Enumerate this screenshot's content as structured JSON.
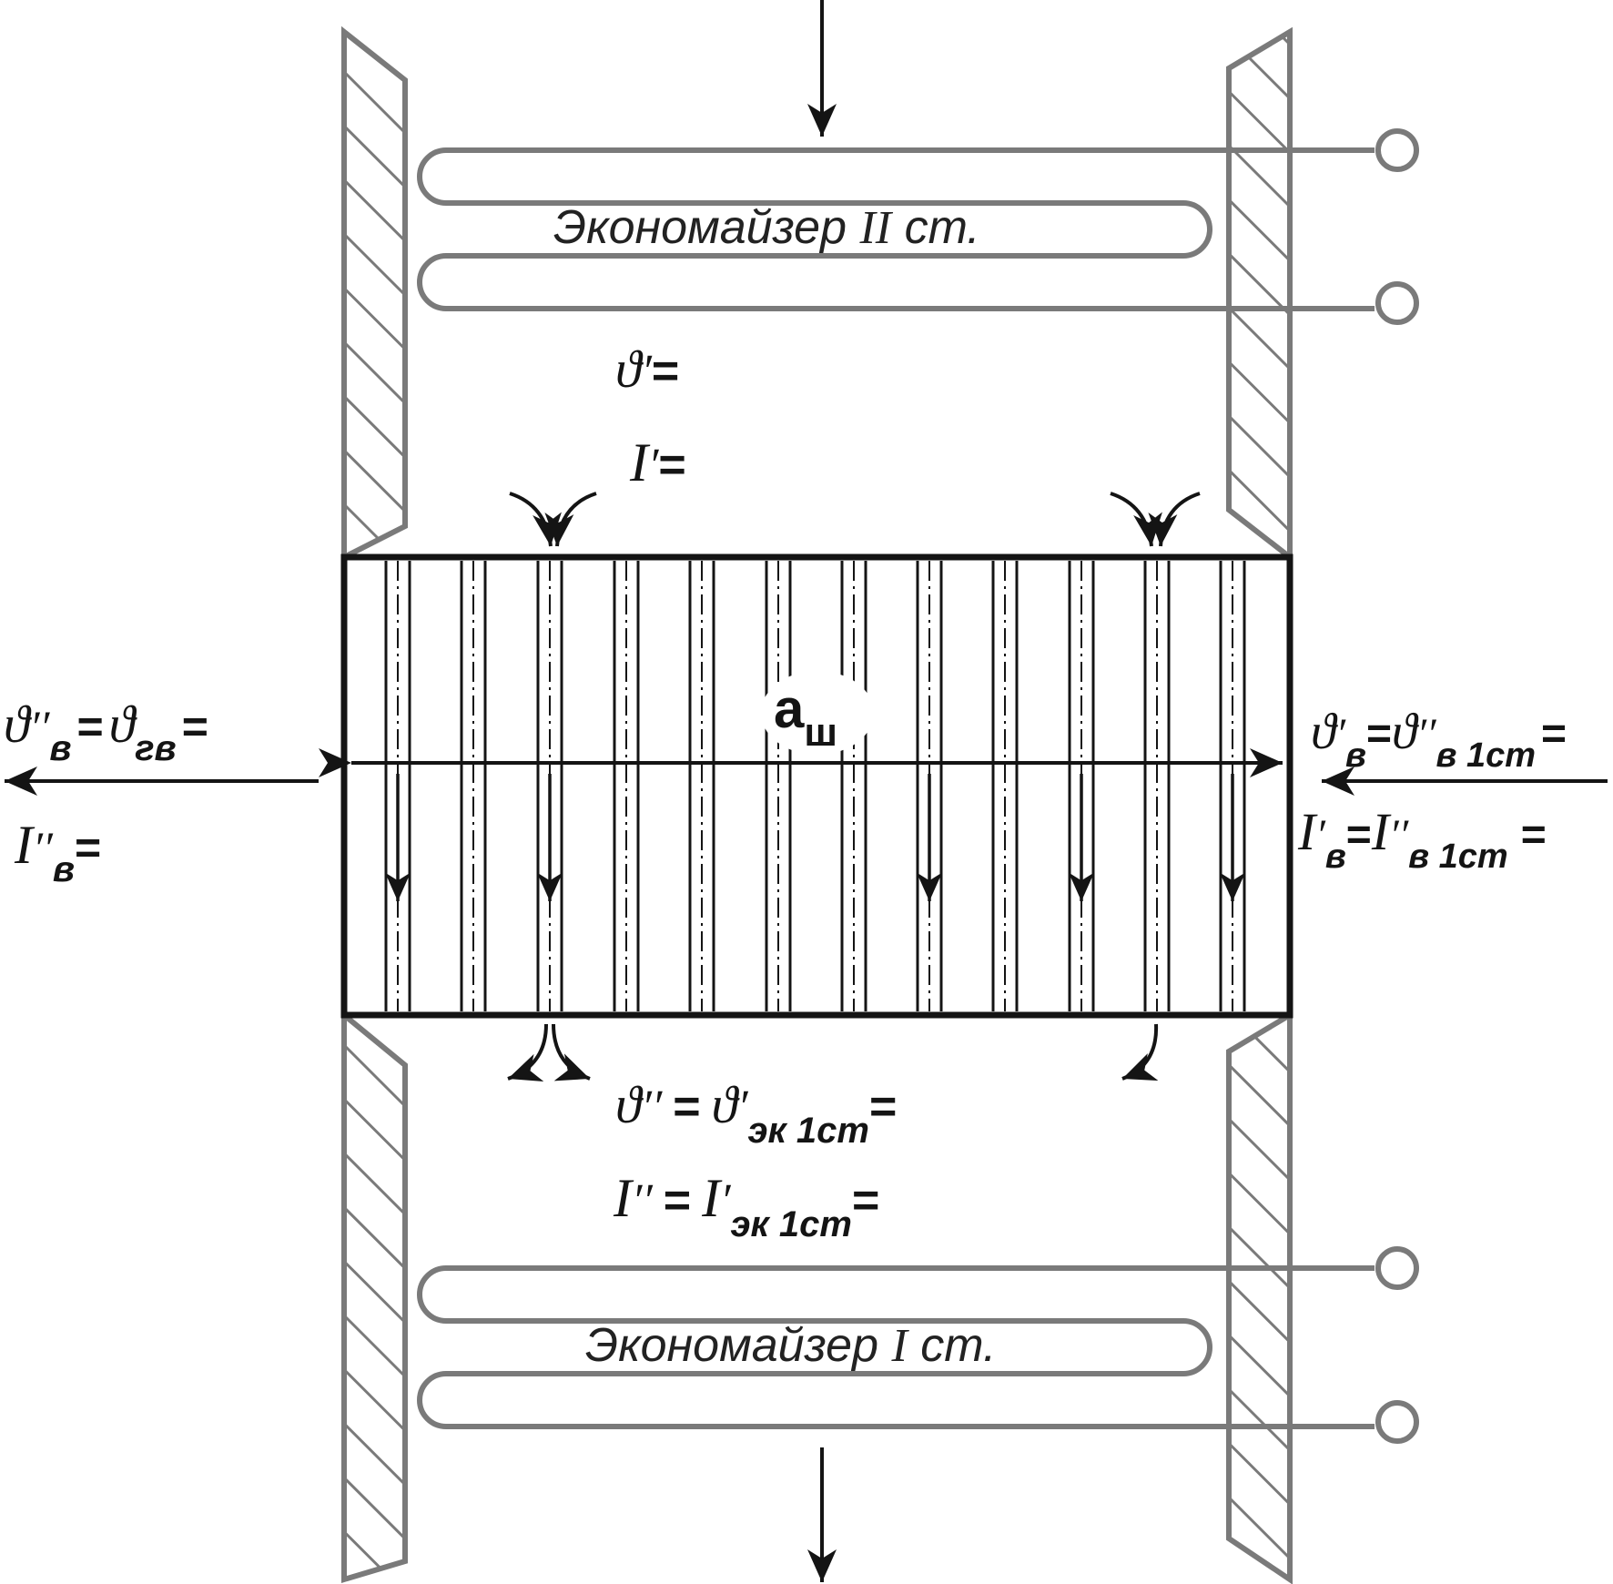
{
  "upper_economizer": {
    "label": "Экономайзер",
    "stage": "II",
    "suffix": "ст."
  },
  "lower_economizer": {
    "label": "Экономайзер",
    "stage": "I",
    "suffix": "ст."
  },
  "width_label": {
    "main": "а",
    "sub": "ш"
  },
  "gas_inlet": {
    "temp": {
      "sym": "ϑ",
      "prime": "′",
      "eq": "="
    },
    "enthalpy": {
      "sym": "I",
      "prime": "′",
      "eq": "="
    }
  },
  "gas_outlet": {
    "temp": {
      "sym": "ϑ",
      "prime": "′′",
      "eq1": "=",
      "sym2": "ϑ",
      "prime2": "′",
      "sub2": "эк 1ст",
      "eq2": "="
    },
    "enthalpy": {
      "sym": "I",
      "prime": "′′",
      "eq1": "=",
      "sym2": "I",
      "prime2": "′",
      "sub2": "эк 1ст",
      "eq2": "="
    }
  },
  "air_outlet": {
    "temp": {
      "sym": "ϑ",
      "prime": "′′",
      "sub": "в",
      "eq1": "=",
      "sym2": "ϑ",
      "sub2": "гв",
      "eq2": "="
    },
    "enthalpy": {
      "sym": "I",
      "prime": "′′",
      "sub": "в",
      "eq": "="
    }
  },
  "air_inlet": {
    "temp": {
      "sym": "ϑ",
      "prime": "′",
      "sub": "в",
      "eq1": "=",
      "sym2": "ϑ",
      "prime2": "′′",
      "sub2": "в 1ст",
      "eq2": "="
    },
    "enthalpy": {
      "sym": "I",
      "prime": "′",
      "sub": "в",
      "eq1": "=",
      "sym2": "I",
      "prime2": "′′",
      "sub2": "в 1ст",
      "eq2": "="
    }
  },
  "colors": {
    "wall": "#7a7a7a",
    "line": "#141414",
    "pipe": "#7a7a7a"
  }
}
